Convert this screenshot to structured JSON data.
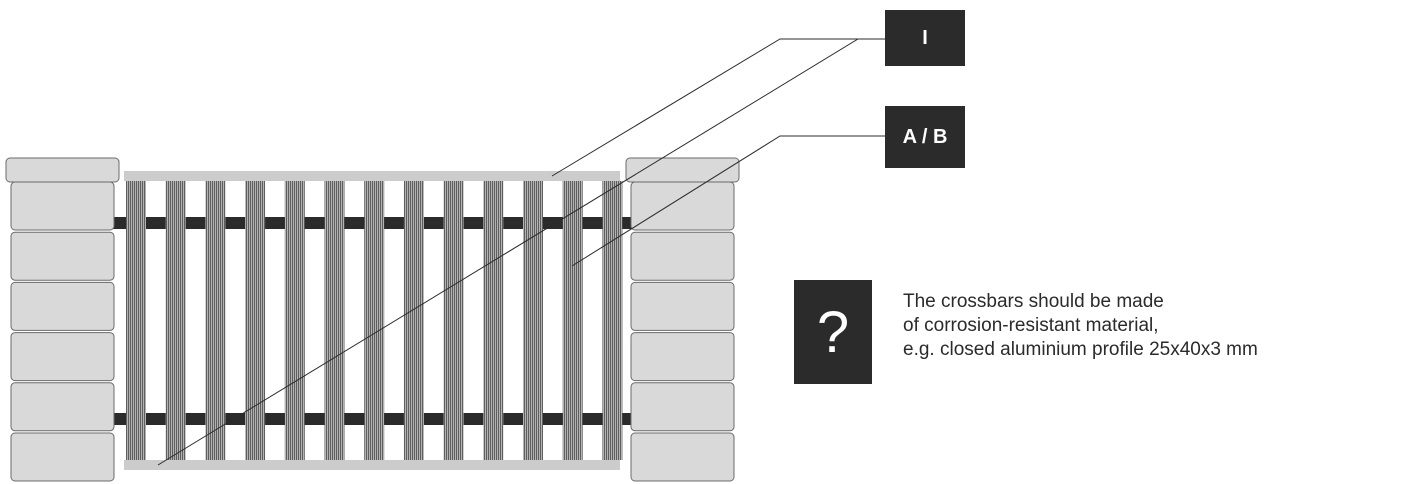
{
  "labels": {
    "top": "I",
    "middle": "A / B"
  },
  "help": {
    "icon": "?",
    "icon_name": "question-icon",
    "note_lines": [
      "The crossbars should be made",
      "of corrosion-resistant material,",
      "e.g. closed aluminium profile 25x40x3 mm"
    ]
  },
  "colors": {
    "dark": "#2b2b2b",
    "frame": "#cccccc",
    "brick": "#d9d9d9",
    "picket": "#8c8c8c"
  }
}
